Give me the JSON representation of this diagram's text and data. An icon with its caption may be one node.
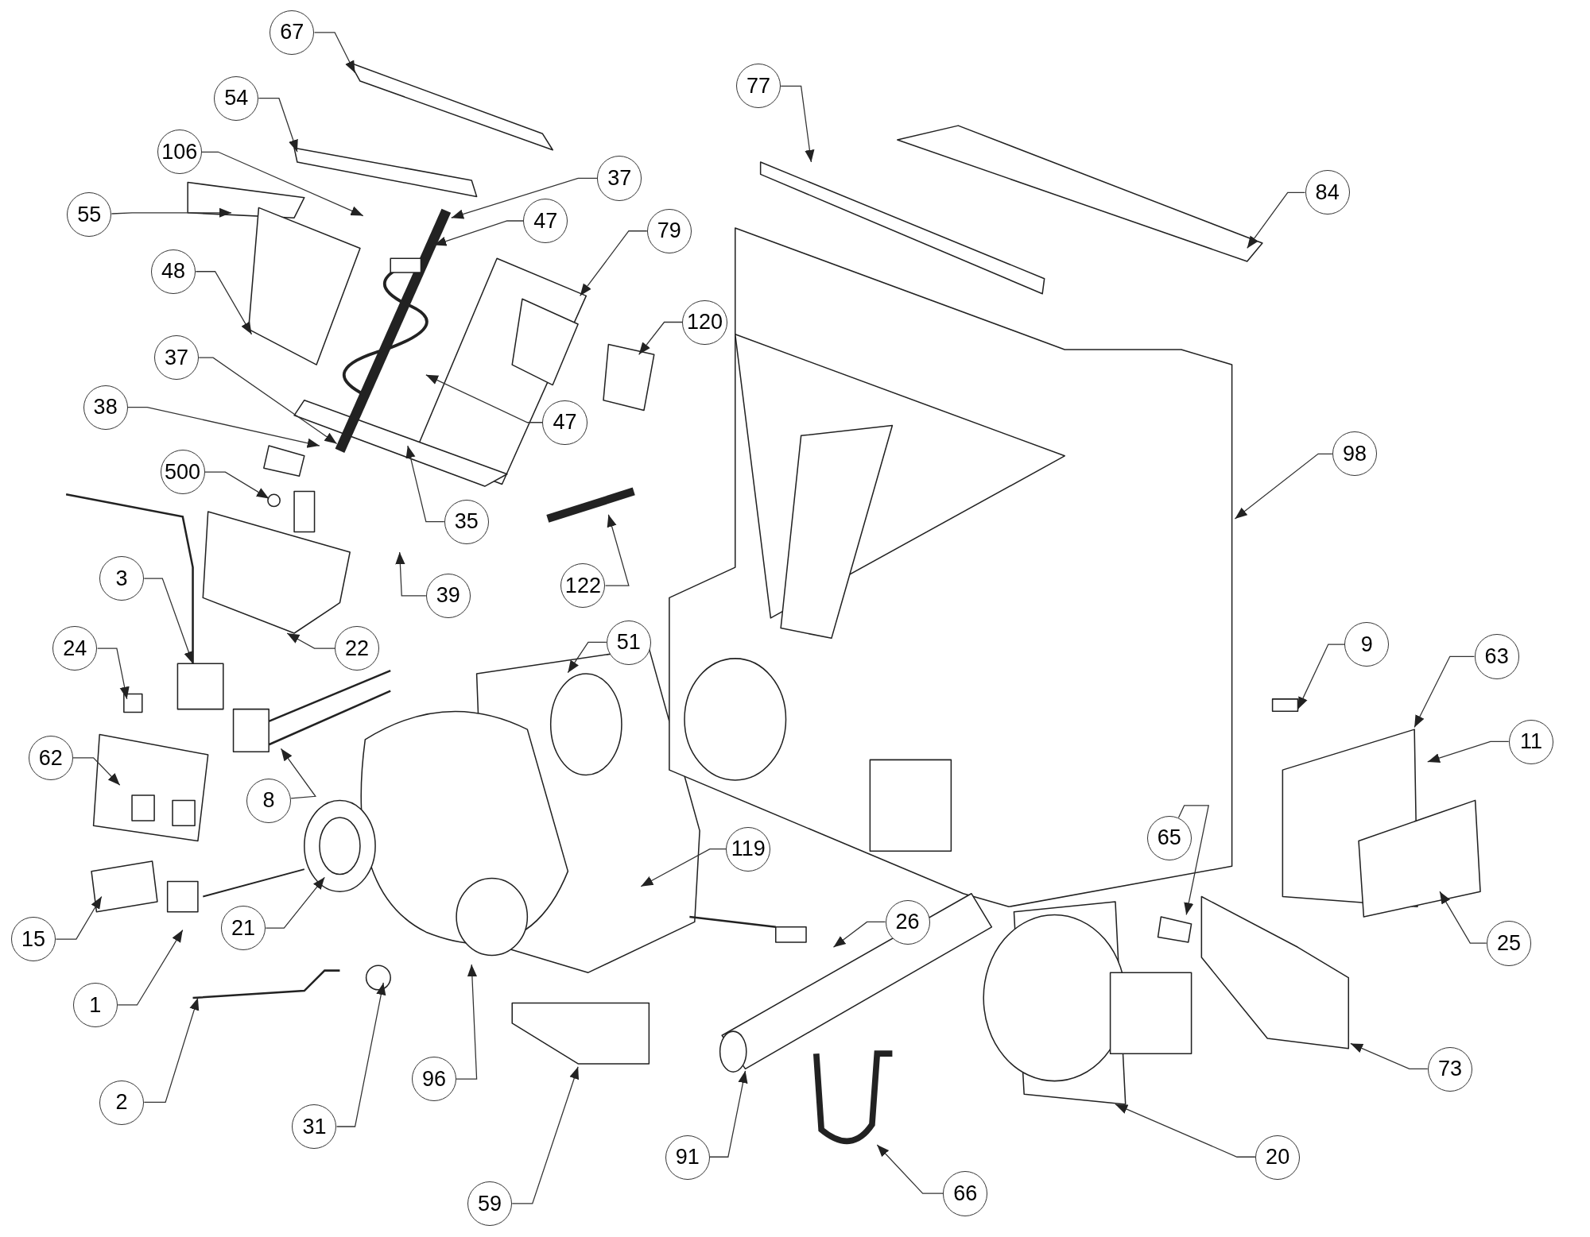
{
  "diagram": {
    "nodes": [
      {
        "text": [
          "67"
        ]
      },
      {
        "text": [
          "77"
        ]
      },
      {
        "text": [
          "54"
        ]
      },
      {
        "text": [
          "106"
        ]
      },
      {
        "text": [
          "37"
        ]
      },
      {
        "text": [
          "84"
        ]
      },
      {
        "text": [
          "55"
        ]
      },
      {
        "text": [
          "47"
        ]
      },
      {
        "text": [
          "79"
        ]
      },
      {
        "text": [
          "48"
        ]
      },
      {
        "text": [
          "120"
        ]
      },
      {
        "text": [
          "37"
        ]
      },
      {
        "text": [
          "38"
        ]
      },
      {
        "text": [
          "47"
        ]
      },
      {
        "text": [
          "98"
        ]
      },
      {
        "text": [
          "500"
        ]
      },
      {
        "text": [
          "35"
        ]
      },
      {
        "text": [
          "122"
        ]
      },
      {
        "text": [
          "39"
        ]
      },
      {
        "text": [
          "3"
        ]
      },
      {
        "text": [
          "51"
        ]
      },
      {
        "text": [
          "22"
        ]
      },
      {
        "text": [
          "24"
        ]
      },
      {
        "text": [
          "9"
        ]
      },
      {
        "text": [
          "63"
        ]
      },
      {
        "text": [
          "11"
        ]
      },
      {
        "text": [
          "62"
        ]
      },
      {
        "text": [
          "8"
        ]
      },
      {
        "text": [
          "65"
        ]
      },
      {
        "text": [
          "119"
        ]
      },
      {
        "text": [
          "26"
        ]
      },
      {
        "text": [
          "21"
        ]
      },
      {
        "text": [
          "15"
        ]
      },
      {
        "text": [
          "25"
        ]
      },
      {
        "text": [
          "1"
        ]
      },
      {
        "text": [
          "96"
        ]
      },
      {
        "text": [
          "73"
        ]
      },
      {
        "text": [
          "2"
        ]
      },
      {
        "text": [
          "31"
        ]
      },
      {
        "text": [
          "91"
        ]
      },
      {
        "text": [
          "20"
        ]
      },
      {
        "text": [
          "59"
        ]
      },
      {
        "text": [
          "66"
        ]
      }
    ],
    "edges": [
      {
        "from": 0,
        "to": null,
        "arrow": "to"
      },
      {
        "from": 1,
        "to": null,
        "arrow": "to"
      },
      {
        "from": 2,
        "to": null,
        "arrow": "to"
      },
      {
        "from": 3,
        "to": null,
        "arrow": "to"
      },
      {
        "from": 4,
        "to": null,
        "arrow": "to"
      },
      {
        "from": 5,
        "to": null,
        "arrow": "to"
      },
      {
        "from": 6,
        "to": null,
        "arrow": "to"
      },
      {
        "from": 7,
        "to": null,
        "arrow": "to"
      },
      {
        "from": 8,
        "to": null,
        "arrow": "to"
      },
      {
        "from": 9,
        "to": null,
        "arrow": "to"
      },
      {
        "from": 10,
        "to": null,
        "arrow": "to"
      },
      {
        "from": 11,
        "to": null,
        "arrow": "to"
      },
      {
        "from": 12,
        "to": null,
        "arrow": "to"
      },
      {
        "from": 13,
        "to": null,
        "arrow": "to"
      },
      {
        "from": 14,
        "to": null,
        "arrow": "to"
      },
      {
        "from": 15,
        "to": null,
        "arrow": "to"
      },
      {
        "from": 16,
        "to": null,
        "arrow": "to"
      },
      {
        "from": 17,
        "to": null,
        "arrow": "to"
      },
      {
        "from": 18,
        "to": null,
        "arrow": "to"
      },
      {
        "from": 19,
        "to": null,
        "arrow": "to"
      },
      {
        "from": 20,
        "to": null,
        "arrow": "to"
      },
      {
        "from": 21,
        "to": null,
        "arrow": "to"
      },
      {
        "from": 22,
        "to": null,
        "arrow": "to"
      },
      {
        "from": 23,
        "to": null,
        "arrow": "to"
      },
      {
        "from": 24,
        "to": null,
        "arrow": "to"
      },
      {
        "from": 25,
        "to": null,
        "arrow": "to"
      },
      {
        "from": 26,
        "to": null,
        "arrow": "to"
      },
      {
        "from": 27,
        "to": null,
        "arrow": "to"
      },
      {
        "from": 28,
        "to": null,
        "arrow": "to"
      },
      {
        "from": 29,
        "to": null,
        "arrow": "to"
      },
      {
        "from": 30,
        "to": null,
        "arrow": "to"
      },
      {
        "from": 31,
        "to": null,
        "arrow": "to"
      },
      {
        "from": 32,
        "to": null,
        "arrow": "to"
      },
      {
        "from": 33,
        "to": null,
        "arrow": "to"
      },
      {
        "from": 34,
        "to": null,
        "arrow": "to"
      },
      {
        "from": 35,
        "to": null,
        "arrow": "to"
      },
      {
        "from": 36,
        "to": null,
        "arrow": "to"
      },
      {
        "from": 37,
        "to": null,
        "arrow": "to"
      },
      {
        "from": 38,
        "to": null,
        "arrow": "to"
      },
      {
        "from": 39,
        "to": null,
        "arrow": "to"
      },
      {
        "from": 40,
        "to": null,
        "arrow": "to"
      },
      {
        "from": 41,
        "to": null,
        "arrow": "to"
      },
      {
        "from": 42,
        "to": null,
        "arrow": "to"
      }
    ]
  }
}
